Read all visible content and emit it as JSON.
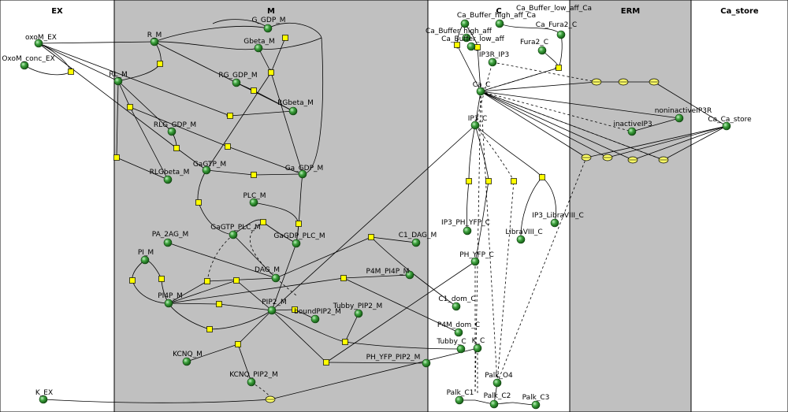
{
  "compartments": [
    {
      "label": "EX",
      "fill": "#ffffff"
    },
    {
      "label": "M",
      "fill": "#c0c0c0"
    },
    {
      "label": "C",
      "fill": "#ffffff"
    },
    {
      "label": "ERM",
      "fill": "#c0c0c0"
    },
    {
      "label": "Ca_store",
      "fill": "#ffffff"
    }
  ],
  "species": [
    "oxoM_EX",
    "OxoM_conc_EX",
    "K_EX",
    "R_M",
    "G_GDP_M",
    "Gbeta_M",
    "RL_M",
    "RG_GDP_M",
    "RGbeta_M",
    "RLG_GDP_M",
    "RLGbeta_M",
    "GaGTP_M",
    "Ga_GDP_M",
    "PLC_M",
    "GaGTP_PLC_M",
    "GaGDP_PLC_M",
    "PA_2AG_M",
    "PI_M",
    "DAG_M",
    "PI4P_M",
    "PIP2_M",
    "boundPIP2_M",
    "KCNQ_M",
    "KCNQ_PIP2_M",
    "Ca_Buffer_low_aff_Ca",
    "Ca_Buffer_high_aff_Ca",
    "Ca_Buffer_high_aff",
    "Ca_Buffer_low_aff",
    "Ca_Fura2_C",
    "Fura2_C",
    "IP3R_IP3",
    "Ca_C",
    "IP3_C",
    "IP3_PH_YFP_C",
    "IP3_LibraVIII_C",
    "LibraVIII_C",
    "PH_YFP_C",
    "C1_DAG_M",
    "C1_dom_C",
    "P4M_PI4P_M",
    "P4M_dom_C",
    "Tubby_PIP2_M",
    "Tubby_C",
    "K_C",
    "PH_YFP_PIP2_M",
    "Palk_O4",
    "Palk_C1",
    "Palk_C2",
    "Palk_C3",
    "noninactiveIP3R",
    "inactiveIP3",
    "Ca_Ca_store"
  ],
  "colors": {
    "node": "#2e8b2e",
    "reaction": "#ffff00",
    "flux": "#ffff66",
    "border": "#000000"
  }
}
